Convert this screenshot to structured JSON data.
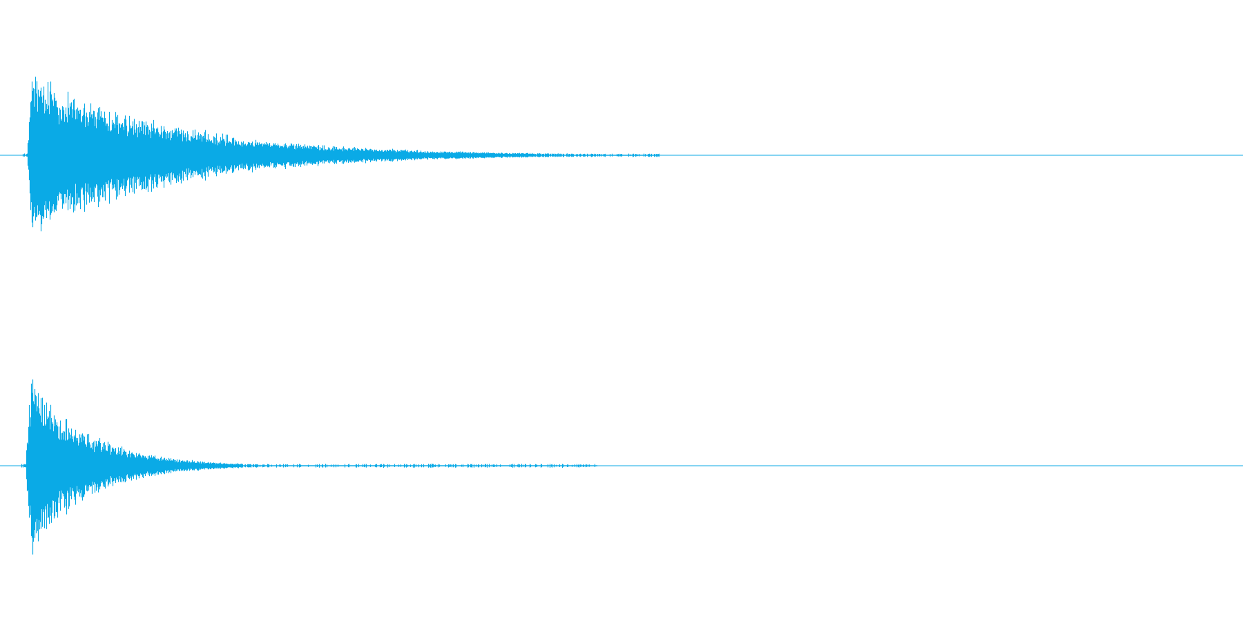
{
  "colors": {
    "waveform": "#0aaae6",
    "background": "#ffffff"
  },
  "chart_data": [
    {
      "type": "area",
      "channel": "top",
      "shape": "percussive-decay",
      "x_range": [
        0,
        1
      ],
      "y_range": [
        -1,
        1
      ],
      "onset": 0.022,
      "peak_amplitude": 1.0,
      "decay_rate": 9.0,
      "tail_end": 0.53,
      "grid": false
    },
    {
      "type": "area",
      "channel": "bottom",
      "shape": "percussive-decay",
      "x_range": [
        0,
        1
      ],
      "y_range": [
        -1,
        1
      ],
      "onset": 0.021,
      "peak_amplitude": 1.0,
      "decay_rate": 22.0,
      "tail_end": 0.48,
      "grid": false
    }
  ]
}
